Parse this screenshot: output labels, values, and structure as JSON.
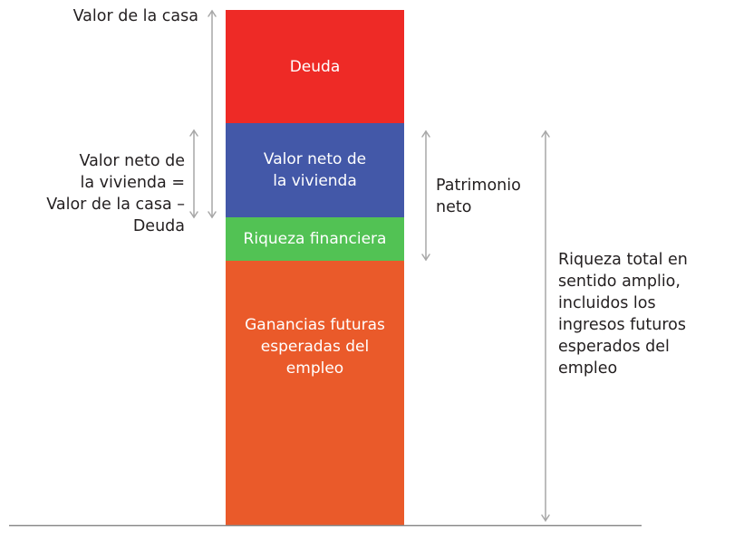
{
  "diagram": {
    "segments": [
      {
        "id": "debt",
        "label": "Deuda",
        "color": "#ee2a26"
      },
      {
        "id": "home-equity",
        "label": "Valor neto de\nla vivienda",
        "color": "#4358a8"
      },
      {
        "id": "financial-wealth",
        "label": "Riqueza financiera",
        "color": "#52c254"
      },
      {
        "id": "future-earnings",
        "label": "Ganancias futuras\nesperadas del\nempleo",
        "color": "#ea5a2a"
      }
    ],
    "labels": {
      "house_value": "Valor de la casa",
      "home_equity_definition": "Valor neto de\nla vivienda =\nValor de la casa –\nDeuda",
      "net_worth": "Patrimonio\nneto",
      "total_wealth": "Riqueza total en\nsentido amplio,\nincluidos los\ningresos futuros\nesperados del\nempleo"
    },
    "colors": {
      "arrow": "#a7a7a7",
      "baseline": "#8a8a8a",
      "text": "#231f20"
    }
  }
}
